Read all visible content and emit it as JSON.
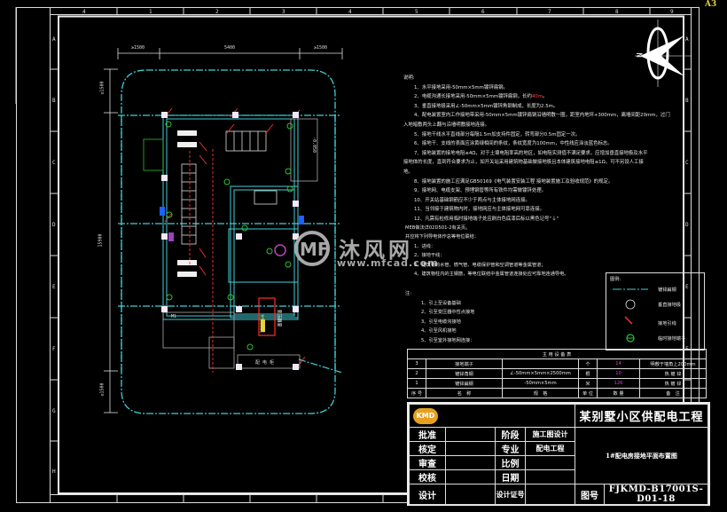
{
  "sheet": {
    "size_label": "A3",
    "column_zones": [
      "4",
      "1",
      "2",
      "3",
      "4",
      "5",
      "6",
      "7",
      "8",
      "9"
    ],
    "row_zones": [
      "A",
      "B",
      "C",
      "D",
      "E",
      "F",
      "G",
      "H"
    ]
  },
  "plan": {
    "dimensions": {
      "top_left": "≥1500",
      "top_middle": "5400",
      "top_right": "≥1500",
      "left_top": "≥1500",
      "left_middle": "15900",
      "left_bottom": "≥1500"
    },
    "level_mark": "-0.050",
    "door_label": "M1",
    "transformer_label": "1000KVA",
    "transformer_room_label": "变压器室",
    "equipment_label": "配 电 柜"
  },
  "compass": {
    "north_label": "N"
  },
  "notes": {
    "title": "说明:",
    "items": [
      {
        "num": "1、",
        "text": "水平接地采用-50mm×5mm镀锌扁钢。"
      },
      {
        "num": "2、",
        "text": "电缆沟通长接地采用-50mm×5mm镀锌扁钢，长约",
        "highlight": "40m",
        "suffix": "。"
      },
      {
        "num": "3、",
        "text": "垂直接地极采用∠-50mm×5mm镀锌角钢制成，长度为2.5m。"
      },
      {
        "num": "4、",
        "text": "配电装置室内工作接地带采用-50mm×5mm镀锌扁钢沿墙明敷一圈，距室内地坪+300mm，离墙间距20mm，过门",
        "cont": "入地暗敷两头上翻与沿墙明敷接地连接。"
      },
      {
        "num": "5、",
        "text": "接地干线水平直线部分每隔1.5m加支持件固定，转弯部分0.5m固定一次。"
      },
      {
        "num": "6、",
        "text": "接地干、支线的表面应涂黄绿相间的条纹，条纹宽度为100mm，中性线应涂淡蓝色标志。"
      },
      {
        "num": "7、",
        "text": "接地装置的接地电阻≤4Ω，对于土壤电阻率高的地区，如电阻实测值不满足要求，应增加垂直接地极及水平",
        "cont": "接地体的长度，直到符合要求为止，如开关站采用建筑物基础做接地极且本体建筑接地电阻≤1Ω，可不另设人工接",
        "cont2": "地。"
      },
      {
        "num": "8、",
        "text": "接地装置的施工应满足GB50169《电气装置安装工程 接地装置施工及验收规范》的规定。"
      },
      {
        "num": "9、",
        "text": "接地网、电缆支架、预埋钢管等所有铁件均需做镀锌处理。"
      },
      {
        "num": "10、",
        "text": "开关站基础钢筋应不少于两点与主体接地网连接。"
      },
      {
        "num": "11、",
        "text": "当邻接于建筑物内时，接地网应与主体接地网可靠连接。"
      },
      {
        "num": "12、",
        "text": "凡需有检修用临时接地端子处应刷白色底漆后标以黑色记号“⏚”"
      }
    ]
  },
  "equipotential_notes": {
    "lines": [
      "MEB做法详02D501-2有关页。",
      "并应将下列导电体作总等电位联结：",
      "1、进线：",
      "2、接地干线：",
      "3、建筑物的水管、燃气管、电缆保护管和空调管道等金属管道；",
      "4、建筑物柱内的主钢筋，等电位联结中金属管道连接处应可靠地连通导电。"
    ]
  },
  "sub_notes": {
    "title": "注:",
    "items": [
      "1、引上至设备基础",
      "2、引至变压器中性点接地",
      "3、引至电缆沟接地",
      "4、引至风机接地",
      "5、引至室外接地网连接："
    ]
  },
  "legend": {
    "title": "图例:",
    "items": [
      {
        "symbol": "galv-flat-steel",
        "label": "镀锌扁钢"
      },
      {
        "symbol": "vertical-ground-rod",
        "label": "垂直接地极"
      },
      {
        "symbol": "ground-lead",
        "label": "接地引线"
      },
      {
        "symbol": "temp-ground-terminal",
        "label": "临时接地端子"
      }
    ]
  },
  "equipment_table": {
    "title": "主 用 设 备 表",
    "headers": [
      "序 号",
      "名　称",
      "规　格",
      "单 位",
      "数 量",
      "备　注"
    ],
    "rows": [
      [
        "3",
        "接地端子",
        "",
        "个",
        "14",
        "明敷于墙角上200mm"
      ],
      [
        "2",
        "镀锌角钢",
        "∠-50mm×5mm×2500mm",
        "根",
        "10",
        "热 镀 锌"
      ],
      [
        "1",
        "镀锌扁钢",
        "-50mm×5mm",
        "米",
        "126",
        "热 镀 锌"
      ]
    ]
  },
  "title_block": {
    "logo": "KMD",
    "project": "某别墅小区供配电工程",
    "rows": [
      {
        "role": "批准",
        "field": "阶段",
        "value": "施工图设计"
      },
      {
        "role": "核定",
        "field": "专业",
        "value": "配电工程"
      },
      {
        "role": "审查",
        "field": "比例",
        "value": ""
      },
      {
        "role": "校核",
        "field": "日期",
        "value": ""
      },
      {
        "role": "设计",
        "field": "设计证号",
        "value": ""
      }
    ],
    "drawing_title": "1#配电房接地平面布置图",
    "drawing_no_label": "图号",
    "drawing_no": "FJKMD-B17001S-D01-18"
  },
  "watermark": {
    "brand": "沐风网",
    "url": "www.mfcad.com"
  },
  "colors": {
    "background": "#000000",
    "ground_line": "#3fd0d8",
    "red_lead": "#ff3030",
    "green_terminal": "#30c030",
    "magenta": "#c040c0",
    "accent_yellow": "#e6d23a"
  }
}
